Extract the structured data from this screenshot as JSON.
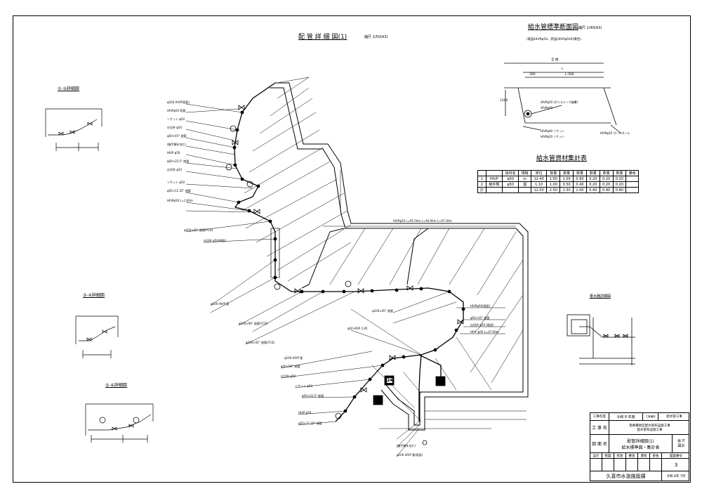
{
  "drawing": {
    "main_title": "配 管 詳 細 図(1)",
    "main_scale": "縮尺 1/50(A3)",
    "detail_a_title": "①-②詳細図",
    "detail_b_title": "③-④詳細図",
    "detail_c_title": "⑤-⑥詳細図",
    "section_title": "給水管標準断面図",
    "section_scale": "縮尺 1/40(A3)",
    "section_note": "(既設HIVPφ50、新設HIVPφ50の場合)",
    "section_dims": {
      "total": "全 幅",
      "l": "L",
      "left": "300",
      "right": "L-300",
      "depth": "1200"
    },
    "section_labels": [
      "HIVPφ50 (ポリスリーブ被覆)",
      "HIVPφ50",
      "HIVPφ40 ソケット",
      "HIVPφ20 ソケット",
      "HIVPφ20 ガードポール"
    ],
    "materials_title": "給水管資材集計表",
    "materials_headers": [
      "",
      "",
      "資材名",
      "規格",
      "単位",
      "数量",
      "数量",
      "数量",
      "数量",
      "数量",
      "数量",
      "数量",
      "備考"
    ],
    "materials_rows": [
      [
        "1",
        "HIVP",
        "φ50",
        "m",
        "12.40",
        "1.50",
        "1.00",
        "0.60",
        "0.20",
        "0.20",
        "0.20",
        ""
      ],
      [
        "2",
        "継手類",
        "φ50",
        "個",
        "1.10",
        "1.00",
        "0.50",
        "0.40",
        "0.20",
        "0.20",
        "0.20",
        ""
      ],
      [
        "計",
        "",
        "",
        "",
        "12.50",
        "2.50",
        "1.50",
        "1.00",
        "0.40",
        "0.40",
        "0.40",
        ""
      ]
    ],
    "callout_detail_title": "量水器詳細図",
    "pipe_run_label": "HIVPφ50 L=95.50m L=94.00m L=97.30m",
    "marker_24": "24",
    "pipe_labels_left": [
      "φ100 HIVP(既設)",
      "HIVPφ50 短管",
      "ソケット φ50",
      "仕切弁 φ50",
      "φ50×45° 曲管",
      "(継手類を含む)",
      "HIVP φ50",
      "φ50×22.5° 曲管",
      "仕切弁 φ50",
      "ソケット φ50",
      "φ50×11.25° 曲管",
      "HIVPφ50 L=1.00m",
      "φ100×45° 曲管(FCD)",
      "仕切弁 φ50(既設)",
      "φ100 HIVP 管",
      "φ100×90° 曲管(FCD)"
    ],
    "pipe_labels_right": [
      "HIVPφ50(既設)",
      "φ50×45° 曲管",
      "仕切弁 φ50 (既設)",
      "HIVP φ50 L=47.00m",
      "φ50 HIVP 2.85",
      "φ100×45° 曲管"
    ],
    "pipe_labels_bottom": [
      "φ100×45° 曲管(FCD)",
      "φ100 HIVP 管",
      "φ50×90° 曲管",
      "仕切弁 φ50",
      "ソケット φ50",
      "φ50×22.5° 曲管",
      "HIVP φ50",
      "φ50×11.25° 曲管",
      "(継手類を含む)",
      "φ100 HIVP 管(既設)"
    ]
  },
  "title_block": {
    "year_label": "工事年度",
    "year_value": "令和 8 年度",
    "kind_label": "工事種別",
    "kind_value": "配水管工事",
    "work_label": "工 事 名",
    "work_value_1": "南栗橋地区配水管布設替工事",
    "work_value_2": "配水管布設替工事",
    "drawing_label": "図 面 名",
    "drawing_value_1": "配管詳細図(1)",
    "drawing_value_2": "給水標準図・集計表",
    "scale_label": "縮 尺",
    "scale_value": "図示",
    "sheet_label": "図面番号",
    "sheet_number": "3",
    "staff_headers": [
      "設計",
      "製図",
      "照査",
      "審査",
      "課長",
      "部長"
    ],
    "org": "久喜市水道施設課",
    "date": "令和 8年 7月"
  },
  "colors": {
    "line": "#000000",
    "paper": "#ffffff"
  }
}
